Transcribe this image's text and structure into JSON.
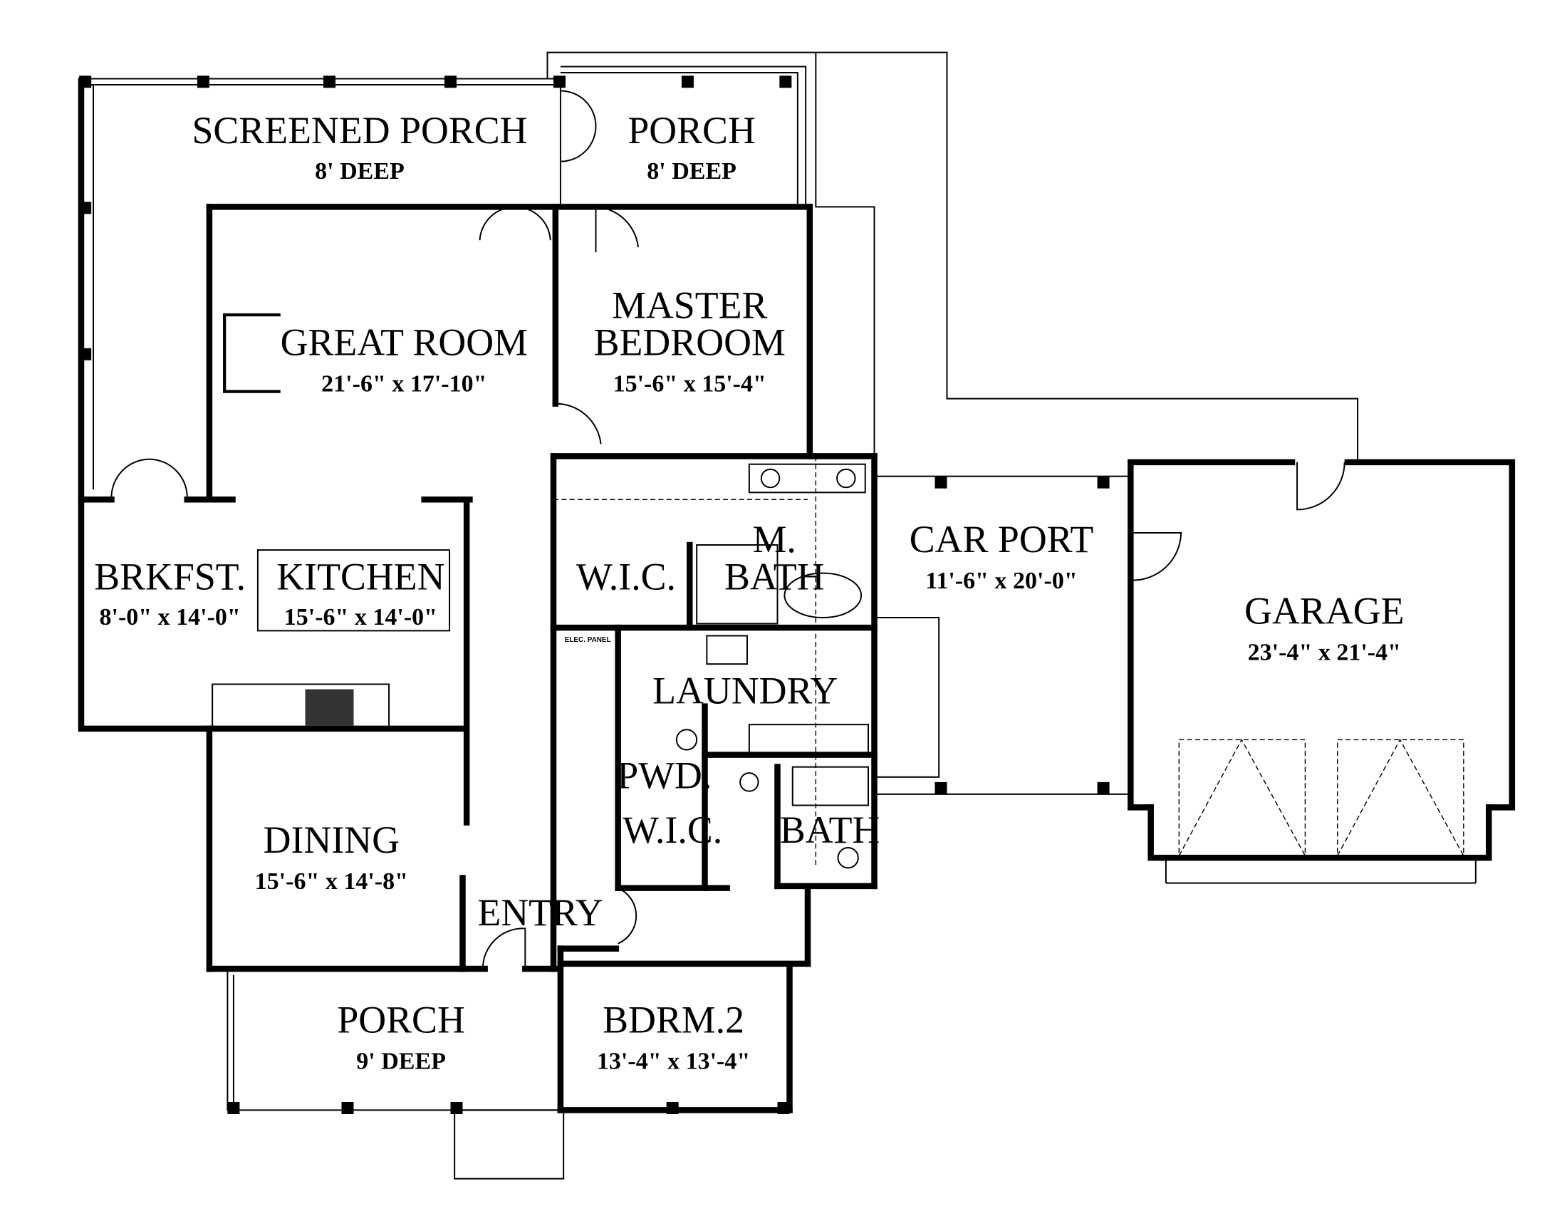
{
  "plan": {
    "rooms": [
      {
        "label": "SCREENED PORCH",
        "dim": "8' DEEP"
      },
      {
        "label": "PORCH",
        "dim": "8' DEEP"
      },
      {
        "label": "GREAT ROOM",
        "dim": "21'-6\" x 17'-10\""
      },
      {
        "label": "MASTER",
        "label2": "BEDROOM",
        "dim": "15'-6\" x 15'-4\""
      },
      {
        "label": "BRKFST.",
        "dim": "8'-0\" x 14'-0\""
      },
      {
        "label": "KITCHEN",
        "dim": "15'-6\" x 14'-0\""
      },
      {
        "label": "W.I.C."
      },
      {
        "label": "M.",
        "label2": "BATH"
      },
      {
        "label": "CAR PORT",
        "dim": "11'-6\" x 20'-0\""
      },
      {
        "label": "GARAGE",
        "dim": "23'-4\" x 21'-4\""
      },
      {
        "label": "LAUNDRY"
      },
      {
        "label": "PWD."
      },
      {
        "label": "W.I.C."
      },
      {
        "label": "BATH"
      },
      {
        "label": "DINING",
        "dim": "15'-6\" x 14'-8\""
      },
      {
        "label": "ENTRY"
      },
      {
        "label": "PORCH",
        "dim": "9' DEEP"
      },
      {
        "label": "BDRM.2",
        "dim": "13'-4\" x 13'-4\""
      }
    ],
    "notes": {
      "elec_panel": "ELEC. PANEL"
    }
  }
}
